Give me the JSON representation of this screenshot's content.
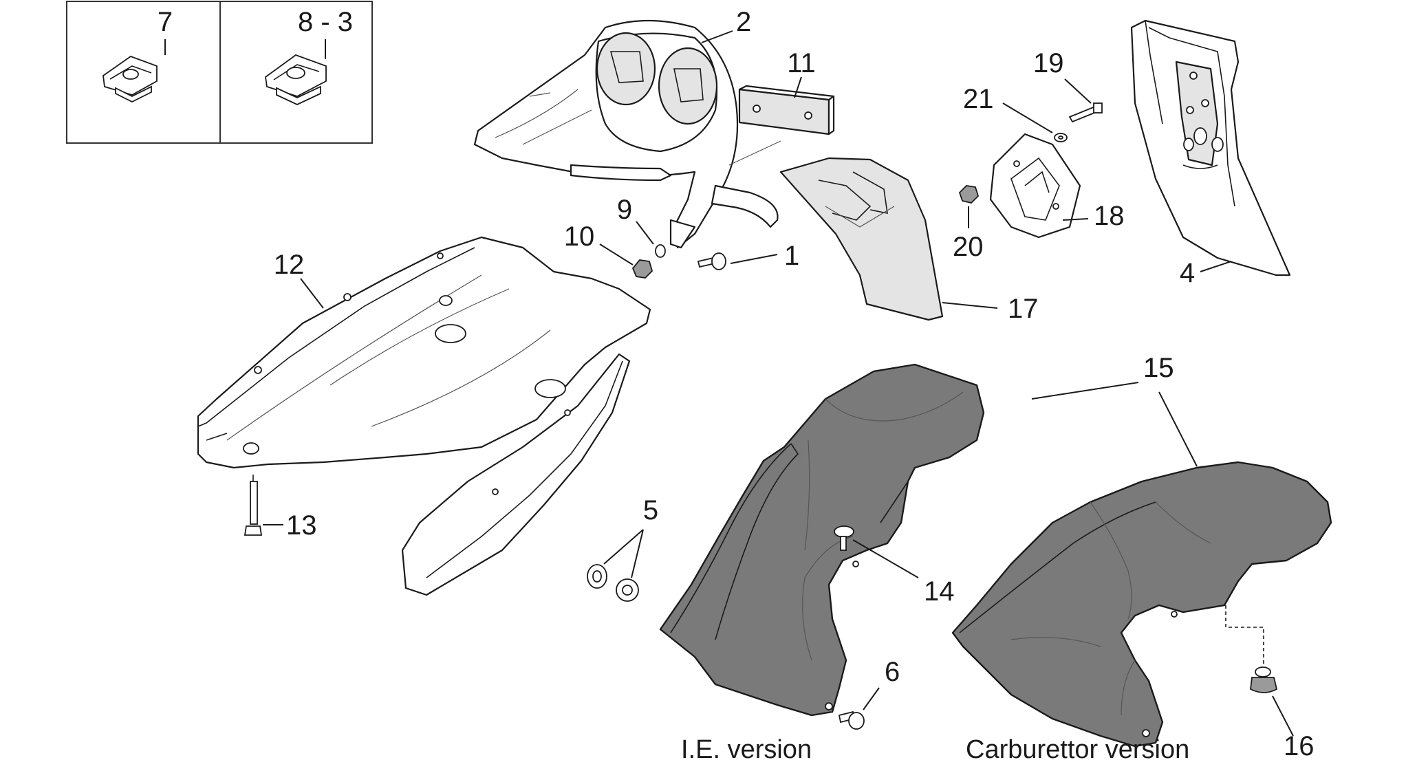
{
  "callouts": {
    "c7": "7",
    "c8_3": "8 - 3",
    "c2": "2",
    "c11": "11",
    "c19": "19",
    "c21": "21",
    "c18": "18",
    "c20": "20",
    "c4": "4",
    "c12": "12",
    "c9": "9",
    "c10": "10",
    "c1": "1",
    "c17": "17",
    "c15a": "15",
    "c15b": "15",
    "c13": "13",
    "c5": "5",
    "c14": "14",
    "c6": "6",
    "c16": "16"
  },
  "captions": {
    "ie": "I.E. version",
    "carb": "Carburettor version"
  },
  "colors": {
    "line": "#1a1a1a",
    "dark_part": "#7a7a7a",
    "light_part": "#e4e4e4",
    "background": "#ffffff"
  }
}
